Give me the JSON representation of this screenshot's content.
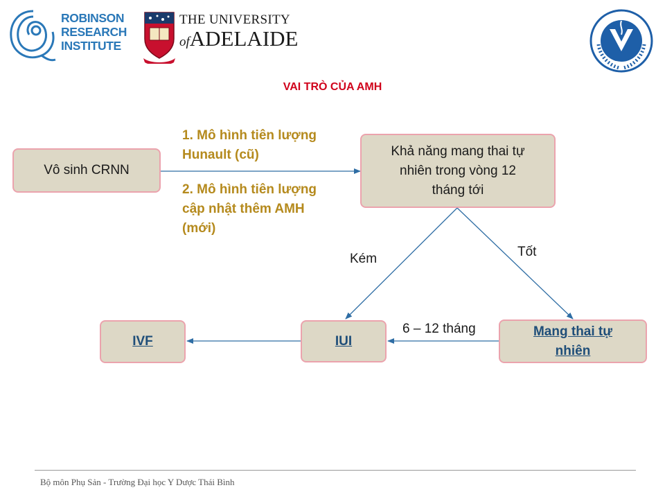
{
  "logos": {
    "robinson": [
      "ROBINSON",
      "RESEARCH",
      "INSTITUTE"
    ],
    "adelaide_line1": "THE UNIVERSITY",
    "adelaide_of": "of",
    "adelaide_name": "ADELAIDE"
  },
  "title": "VAI TRÒ CỦA AMH",
  "nodes": {
    "start": "Vô sinh CRNN",
    "outcome": [
      "Khả năng mang thai tự",
      "nhiên trong vòng 12",
      "tháng tới"
    ],
    "natural": [
      "Mang thai tự",
      "nhiên"
    ],
    "iui": "IUI",
    "ivf": "IVF"
  },
  "models": {
    "model1": [
      "1. Mô hình tiên lượng",
      "Hunault (cũ)"
    ],
    "model2": [
      "2. Mô hình tiên lượng",
      "cập nhật thêm AMH",
      "(mới)"
    ]
  },
  "edges": {
    "poor": "Kém",
    "good": "Tốt",
    "duration": "6 – 12 tháng"
  },
  "footer": "Bộ môn Phụ Sản - Trường Đại học Y Dược Thái Bình",
  "colors": {
    "title": "#d0021b",
    "box_fill": "#ddd8c6",
    "box_border": "#eba3ad",
    "model_text": "#b58a1d",
    "link_text": "#1f4e79",
    "arrow": "#2e6da4"
  }
}
